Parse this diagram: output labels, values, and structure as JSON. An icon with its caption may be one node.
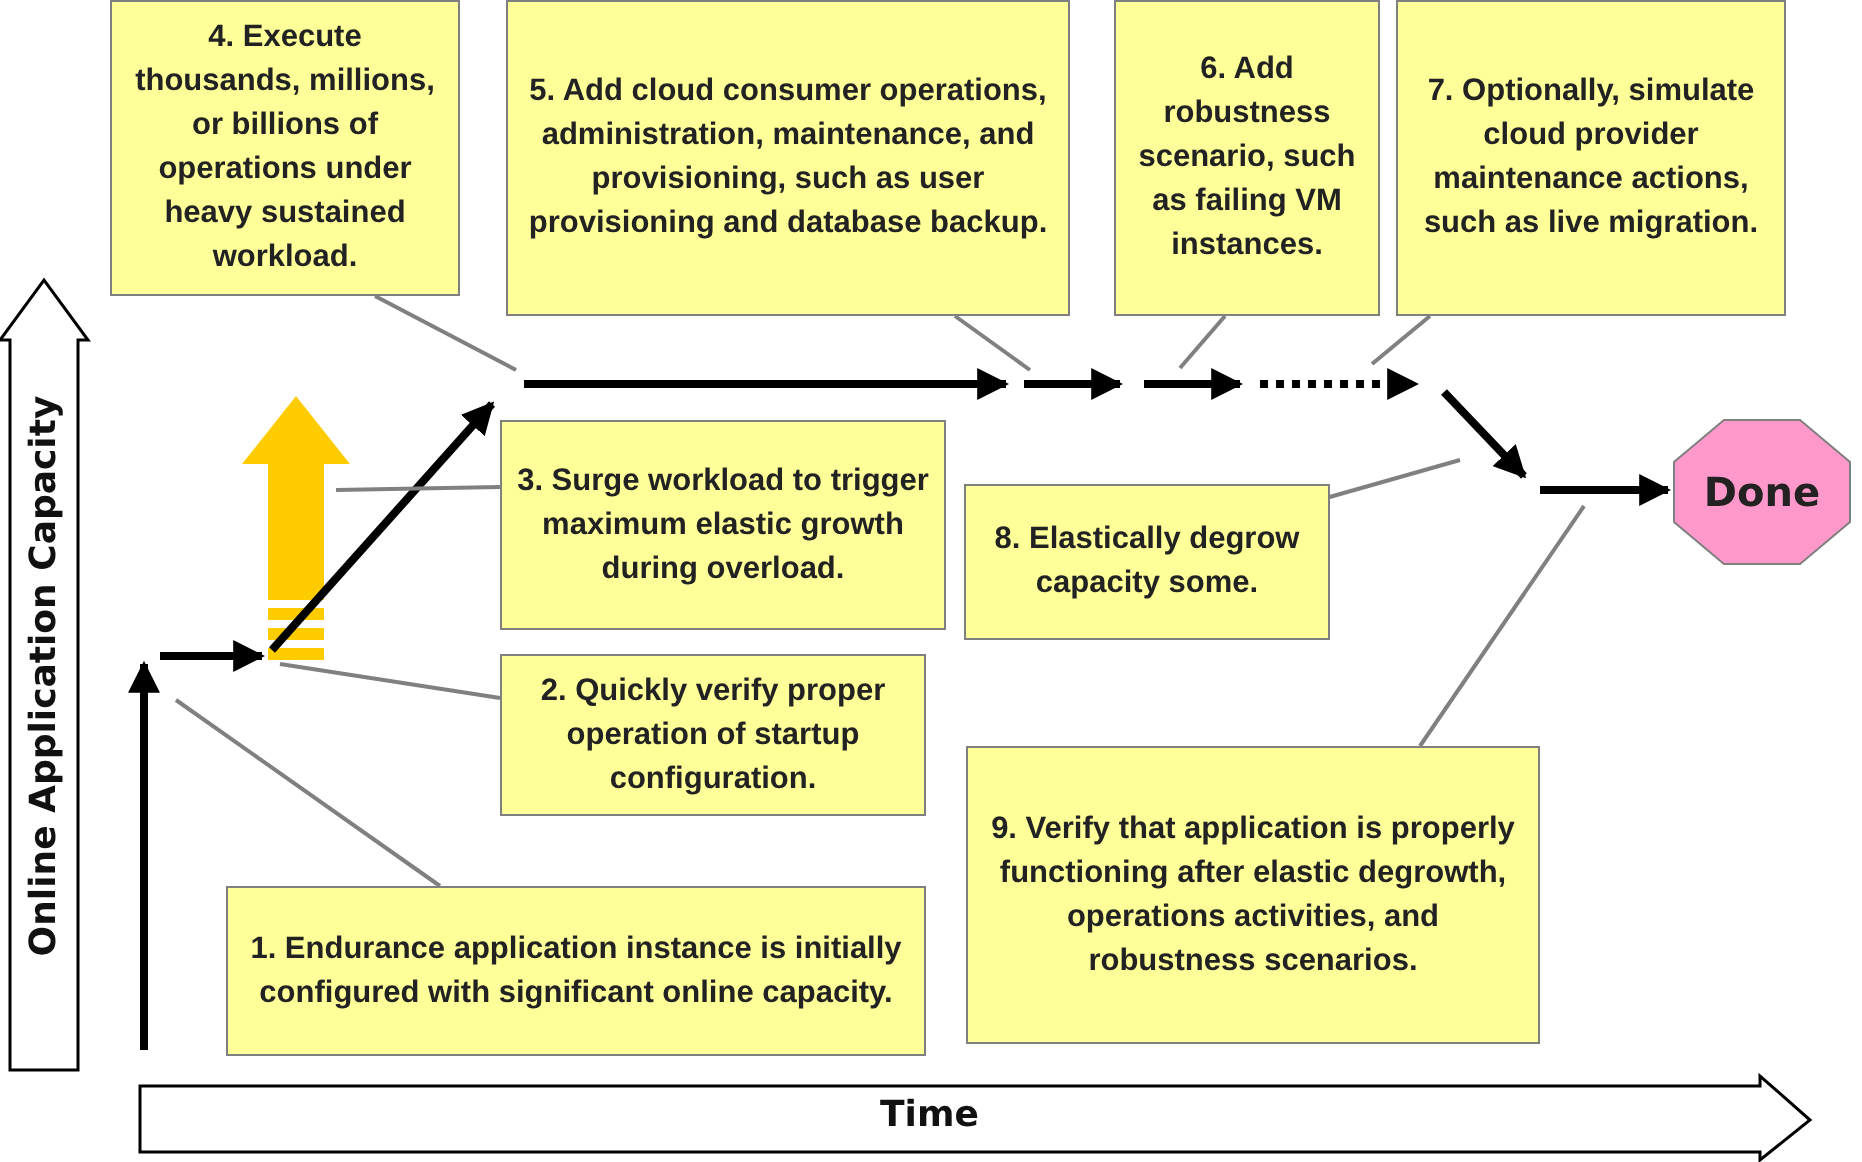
{
  "diagram": {
    "nodes": [
      {
        "text": [
          "4. Execute thousands, millions, or billions of operations under heavy sustained workload."
        ]
      },
      {
        "text": [
          "5. Add cloud consumer operations, administration, maintenance, and provisioning, such as user provisioning and database backup."
        ]
      },
      {
        "text": [
          "6. Add robustness scenario, such as failing VM instances."
        ]
      },
      {
        "text": [
          "7. Optionally, simulate cloud provider maintenance actions, such as live migration."
        ]
      },
      {
        "text": [
          "3. Surge workload to trigger maximum elastic growth during overload."
        ]
      },
      {
        "text": [
          "8. Elastically degrow capacity some."
        ]
      },
      {
        "text": [
          "2. Quickly verify proper operation of startup configuration."
        ]
      },
      {
        "text": [
          "9. Verify that application is properly functioning after elastic degrowth, operations activities, and robustness scenarios."
        ]
      },
      {
        "text": [
          "1. Endurance application instance is initially configured with significant online capacity."
        ]
      },
      {
        "text": [
          "Done"
        ]
      }
    ],
    "edges": [
      {
        "from": 0,
        "to": null,
        "arrow": "none"
      },
      {
        "from": 1,
        "to": null,
        "arrow": "none"
      },
      {
        "from": 2,
        "to": null,
        "arrow": "none"
      },
      {
        "from": 3,
        "to": null,
        "arrow": "none"
      },
      {
        "from": 4,
        "to": null,
        "arrow": "none"
      },
      {
        "from": 5,
        "to": null,
        "arrow": "none"
      },
      {
        "from": 6,
        "to": null,
        "arrow": "none"
      },
      {
        "from": 7,
        "to": null,
        "arrow": "none"
      },
      {
        "from": 8,
        "to": null,
        "arrow": "none"
      },
      {
        "from": null,
        "to": 9,
        "arrow": "to",
        "style": "thick",
        "color": "#000000"
      }
    ],
    "labels": [
      "Online Application Capacity",
      "Time"
    ]
  }
}
